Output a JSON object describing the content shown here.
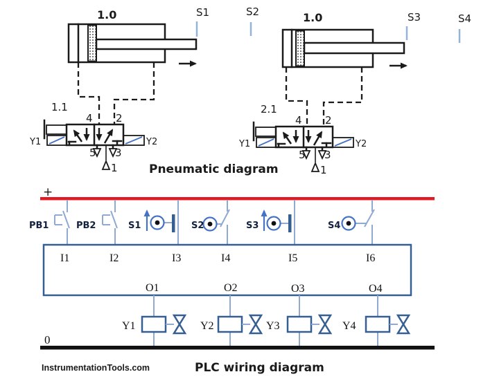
{
  "pneumatic": {
    "title": "Pneumatic diagram",
    "cylinder1": {
      "label": "1.0"
    },
    "cylinder2": {
      "label": "1.0"
    },
    "sensors": {
      "s1": "S1",
      "s2": "S2",
      "s3": "S3",
      "s4": "S4"
    },
    "valve1": {
      "label": "1.1",
      "y1": "Y1",
      "y2": "Y2",
      "ports": {
        "p4": "4",
        "p2": "2",
        "p5": "5",
        "p3": "3",
        "p1": "1"
      }
    },
    "valve2": {
      "label": "2.1",
      "y1": "Y1",
      "y2": "Y2",
      "ports": {
        "p4": "4",
        "p2": "2",
        "p5": "5",
        "p3": "3",
        "p1": "1"
      }
    }
  },
  "plc": {
    "title": "PLC wiring diagram",
    "plus": "+",
    "zero": "0",
    "inputs": [
      {
        "device": "PB1",
        "terminal": "I1"
      },
      {
        "device": "PB2",
        "terminal": "I2"
      },
      {
        "device": "S1",
        "terminal": "I3"
      },
      {
        "device": "S2",
        "terminal": "I4"
      },
      {
        "device": "S3",
        "terminal": "I5"
      },
      {
        "device": "S4",
        "terminal": "I6"
      }
    ],
    "outputs": [
      {
        "terminal": "O1",
        "coil": "Y1"
      },
      {
        "terminal": "O2",
        "coil": "Y2"
      },
      {
        "terminal": "O3",
        "coil": "Y3"
      },
      {
        "terminal": "O4",
        "coil": "Y4"
      }
    ]
  },
  "watermark": {
    "text": "InstrumentationTools.com"
  },
  "colors": {
    "rail_positive": "#e01b24",
    "rail_negative": "#111111",
    "line_black": "#1a1a1a",
    "wiring_blue": "#8fa9d0",
    "symbol_blue": "#4472c4",
    "box_blue": "#365f91",
    "sensor_tick": "#95b3d7",
    "watermark_red": "#ed1c24"
  }
}
